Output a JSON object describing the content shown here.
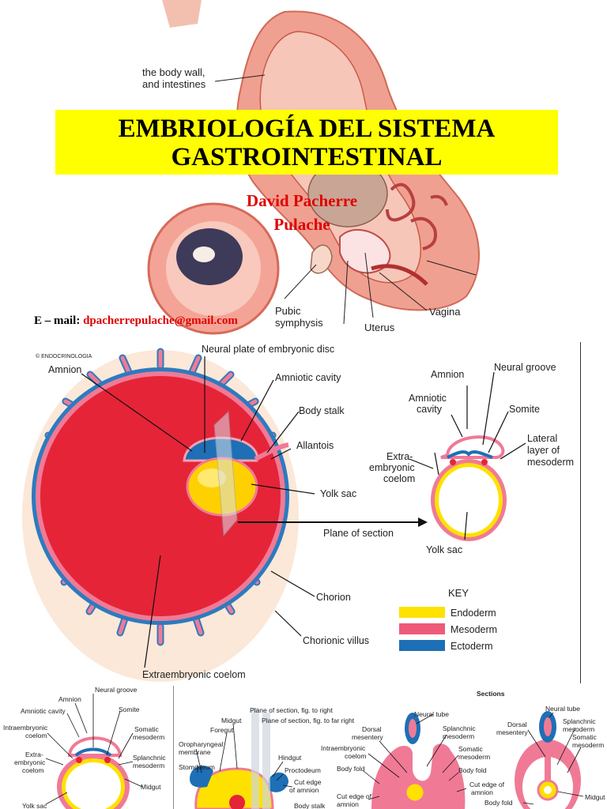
{
  "slide": {
    "title_line1": "EMBRIOLOGÍA DEL SISTEMA",
    "title_line2": "GASTROINTESTINAL",
    "author_line1": "David Pacherre",
    "author_line2": "Pulache",
    "email_label": "E – mail:",
    "email": "dpacherrepulache@gmail.com"
  },
  "top_illustration": {
    "labels": {
      "body_wall_1": "the body wall,",
      "body_wall_2": "and intestines",
      "pubic_1": "Pubic",
      "pubic_2": "symphysis",
      "uterus": "Uterus",
      "vagina": "Vagina"
    }
  },
  "mid_illustration": {
    "watermark": "© ENDOCRINOLOGIA",
    "labels": {
      "neural_plate": "Neural plate of embryonic disc",
      "amnion": "Amnion",
      "amniotic_cavity": "Amniotic cavity",
      "body_stalk": "Body stalk",
      "allantois": "Allantois",
      "yolk_sac": "Yolk sac",
      "plane_of_section": "Plane of section",
      "chorion": "Chorion",
      "chorionic_villus": "Chorionic villus",
      "extraembryonic_coelom": "Extraembryonic coelom",
      "r_amnion": "Amnion",
      "r_neural_groove": "Neural groove",
      "r_amniotic_1": "Amniotic",
      "r_amniotic_2": "cavity",
      "r_somite": "Somite",
      "r_lateral_1": "Lateral",
      "r_lateral_2": "layer of",
      "r_lateral_3": "mesoderm",
      "r_extra_1": "Extra-",
      "r_extra_2": "embryonic",
      "r_extra_3": "coelom",
      "r_yolk_sac": "Yolk sac"
    },
    "key": {
      "title": "KEY",
      "items": [
        {
          "label": "Endoderm",
          "color": "#ffe100"
        },
        {
          "label": "Mesoderm",
          "color": "#ee5a7a"
        },
        {
          "label": "Ectoderm",
          "color": "#1e6fb5"
        }
      ]
    }
  },
  "bottom_illustration": {
    "left": {
      "neural_groove": "Neural groove",
      "amnion": "Amnion",
      "amniotic_cavity": "Amniotic cavity",
      "somite": "Somite",
      "intra_1": "Intraembryonic",
      "intra_2": "coelom",
      "somatic_1": "Somatic",
      "somatic_2": "mesoderm",
      "extra_1": "Extra-",
      "extra_2": "embryonic",
      "extra_3": "coelom",
      "splanchnic_1": "Splanchnic",
      "splanchnic_2": "mesoderm",
      "midgut": "Midgut",
      "yolk_sac": "Yolk sac"
    },
    "middle": {
      "plane_right": "Plane of section, fig. to right",
      "plane_far_right": "Plane of section, fig. to far right",
      "midgut": "Midgut",
      "foregut": "Foregut",
      "oro_1": "Oropharyngeal",
      "oro_2": "membrane",
      "stomodeum": "Stomodeum",
      "hindgut": "Hindgut",
      "proctodeum": "Proctodeum",
      "cut_1": "Cut edge",
      "cut_2": "of amnion",
      "body_stalk": "Body stalk"
    },
    "right": {
      "sections": "Sections",
      "neural_tube": "Neural tube",
      "dorsal_1": "Dorsal",
      "dorsal_2": "mesentery",
      "splanchnic_1": "Splanchnic",
      "splanchnic_2": "mesoderm",
      "intra_1": "Intraembryonic",
      "intra_2": "coelom",
      "somatic_1": "Somatic",
      "somatic_2": "mesoderm",
      "body_fold": "Body fold",
      "cut_1": "Cut edge of",
      "cut_2": "amnion",
      "cut_3": "Cut edge of",
      "cut_4": "amnion",
      "body_fold_2": "Body fold",
      "far_neural_tube": "Neural tube",
      "far_dorsal_1": "Dorsal",
      "far_dorsal_2": "mesentery",
      "far_splanchnic_1": "Splanchnic",
      "far_splanchnic_2": "mesoderm",
      "far_somatic_1": "Somatic",
      "far_somatic_2": "mesoderm",
      "far_midgut": "Midgut",
      "far_body_fold": "Body fold"
    }
  }
}
